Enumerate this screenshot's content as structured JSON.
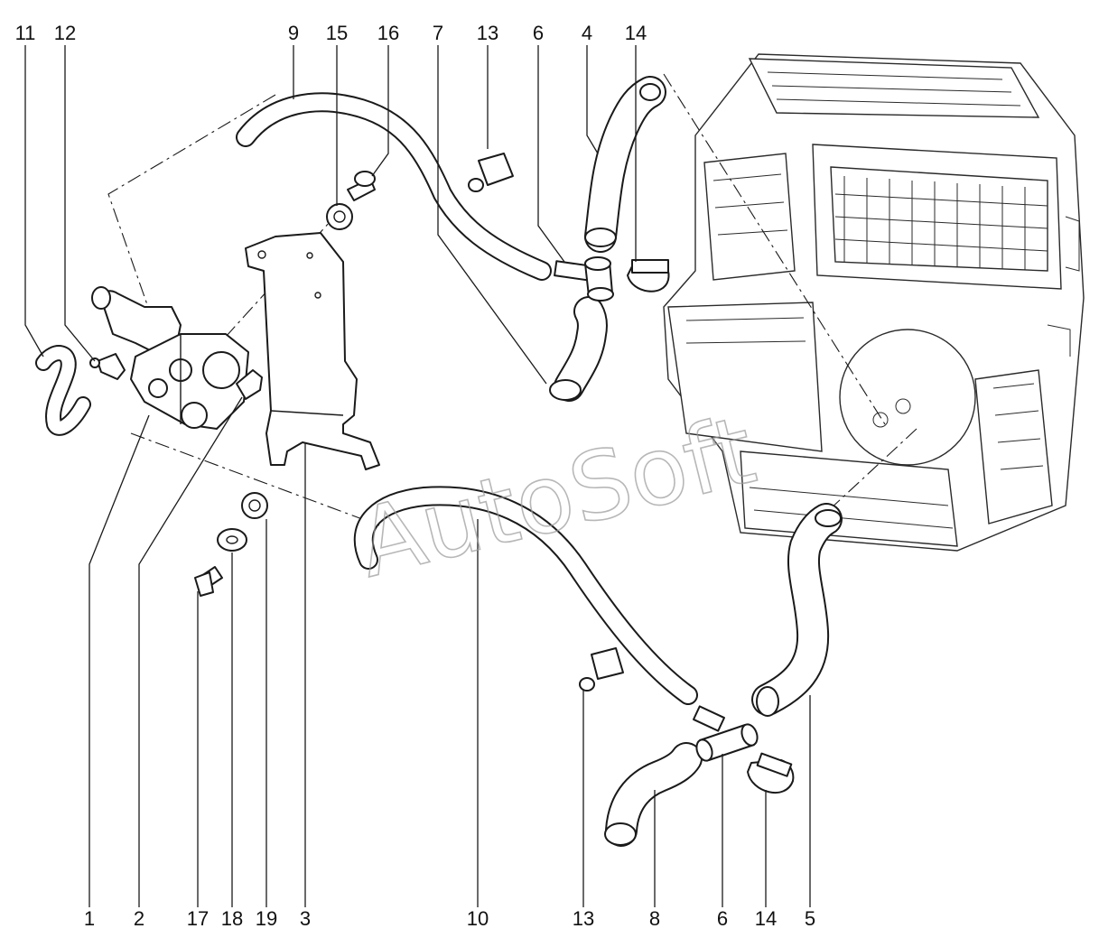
{
  "watermark": "AutoSoft",
  "callouts_top": [
    "11",
    "12",
    "9",
    "15",
    "16",
    "7",
    "13",
    "6",
    "4",
    "14"
  ],
  "callouts_bottom": [
    "1",
    "2",
    "17",
    "18",
    "19",
    "3",
    "10",
    "13",
    "8",
    "6",
    "14",
    "5"
  ]
}
